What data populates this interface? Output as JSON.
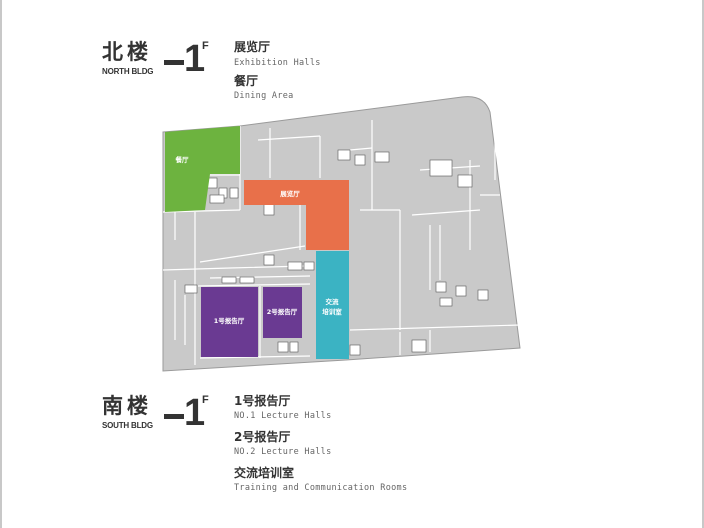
{
  "north": {
    "title_cn": "北楼",
    "title_en": "NORTH BLDG",
    "floor": "1",
    "floor_sup": "F",
    "legend": [
      {
        "cn": "展览厅",
        "en": "Exhibition Halls"
      },
      {
        "cn": "餐厅",
        "en": "Dining Area"
      }
    ]
  },
  "south": {
    "title_cn": "南楼",
    "title_en": "SOUTH BLDG",
    "floor": "1",
    "floor_sup": "F",
    "legend": [
      {
        "cn": "1号报告厅",
        "en": "NO.1 Lecture Halls"
      },
      {
        "cn": "2号报告厅",
        "en": "NO.2 Lecture Halls"
      },
      {
        "cn": "交流培训室",
        "en": "Training and Communication Rooms"
      }
    ]
  },
  "map": {
    "rooms": {
      "dining": {
        "label": "餐厅",
        "color": "#6db33f"
      },
      "exhibition": {
        "label": "展览厅",
        "color": "#e8704a"
      },
      "training": {
        "label_line1": "交流",
        "label_line2": "培训室",
        "color": "#3bb3c3"
      },
      "lecture1": {
        "label": "1号报告厅",
        "color": "#6a3a92"
      },
      "lecture2": {
        "label": "2号报告厅",
        "color": "#6a3a92"
      }
    },
    "floor_color": "#c9c9c9"
  }
}
